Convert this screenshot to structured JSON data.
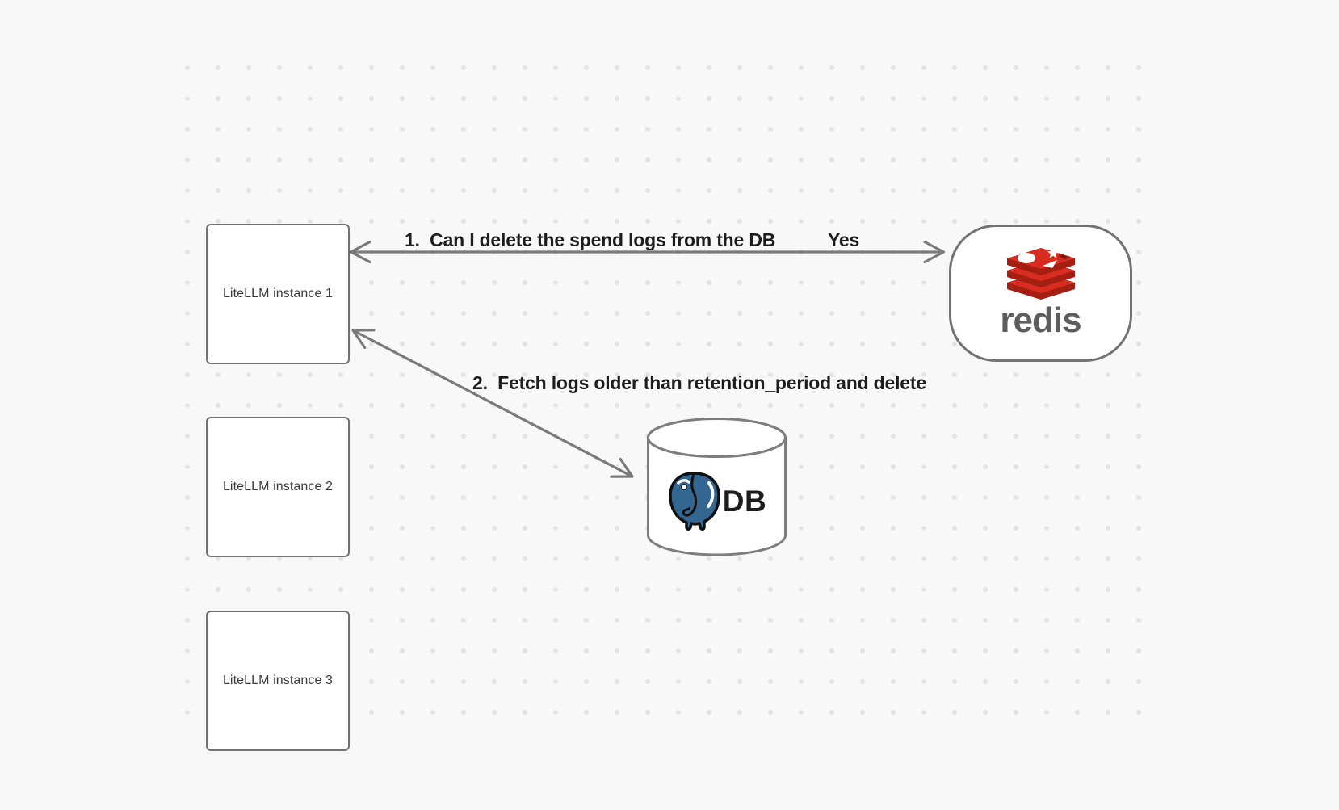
{
  "diagram": {
    "instances": [
      {
        "label": "LiteLLM instance 1"
      },
      {
        "label": "LiteLLM instance 2"
      },
      {
        "label": "LiteLLM instance 3"
      }
    ],
    "redis": {
      "wordmark": "redis"
    },
    "database": {
      "label": "DB"
    },
    "messages": {
      "arrow1_label": "1.  Can I delete the spend logs from the DB",
      "arrow1_answer": "Yes",
      "arrow2_label": "2.  Fetch logs older than retention_period and delete"
    },
    "colors": {
      "background": "#f8f8f8",
      "dot_grid": "#e3e3e3",
      "node_stroke": "#737373",
      "arrow_stroke": "#7a7a7a",
      "label_text": "#1d1d1d",
      "redis_red": "#d82c20",
      "redis_red_dark": "#a41e11",
      "redis_wordmark_gray": "#5d5d5d",
      "postgres_blue": "#336791"
    }
  }
}
